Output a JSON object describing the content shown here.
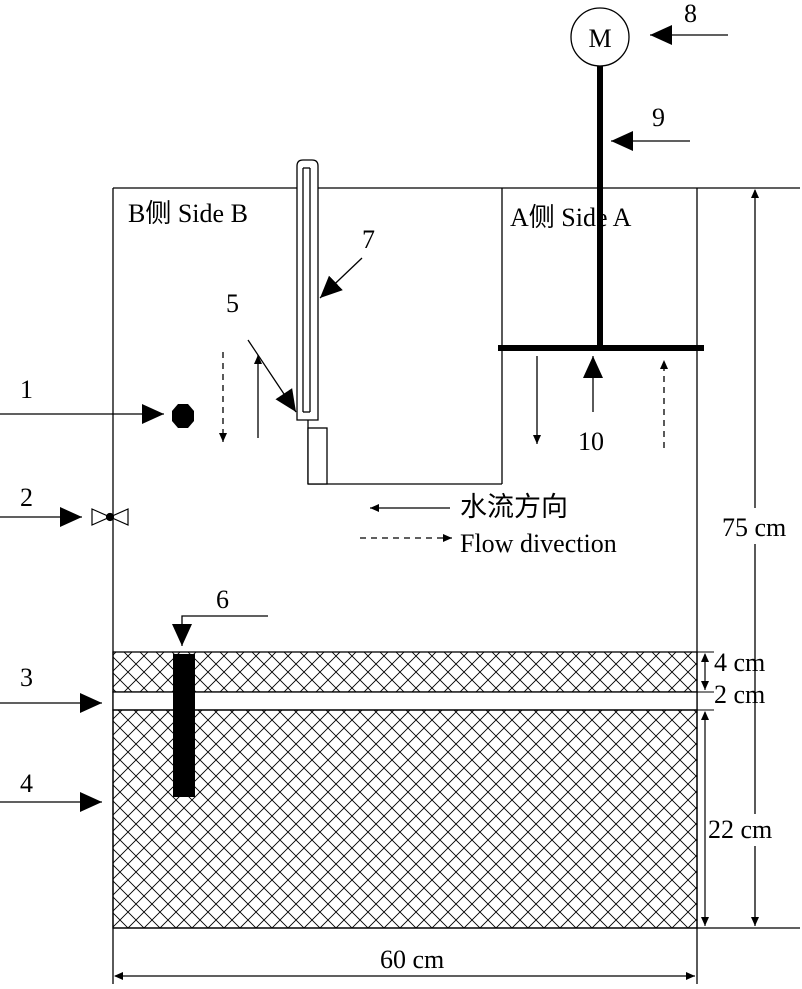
{
  "diagram": {
    "labels": {
      "side_b": "B侧 Side B",
      "side_a": "A侧 Side A",
      "motor": "M",
      "flow_zh": "水流方向",
      "flow_en": "Flow divection"
    },
    "callouts": [
      "1",
      "2",
      "3",
      "4",
      "5",
      "6",
      "7",
      "8",
      "9",
      "10"
    ],
    "dimensions": {
      "height_total": "75 cm",
      "layer_top": "4 cm",
      "layer_mid": "2 cm",
      "layer_bottom": "22 cm",
      "width": "60 cm"
    }
  }
}
